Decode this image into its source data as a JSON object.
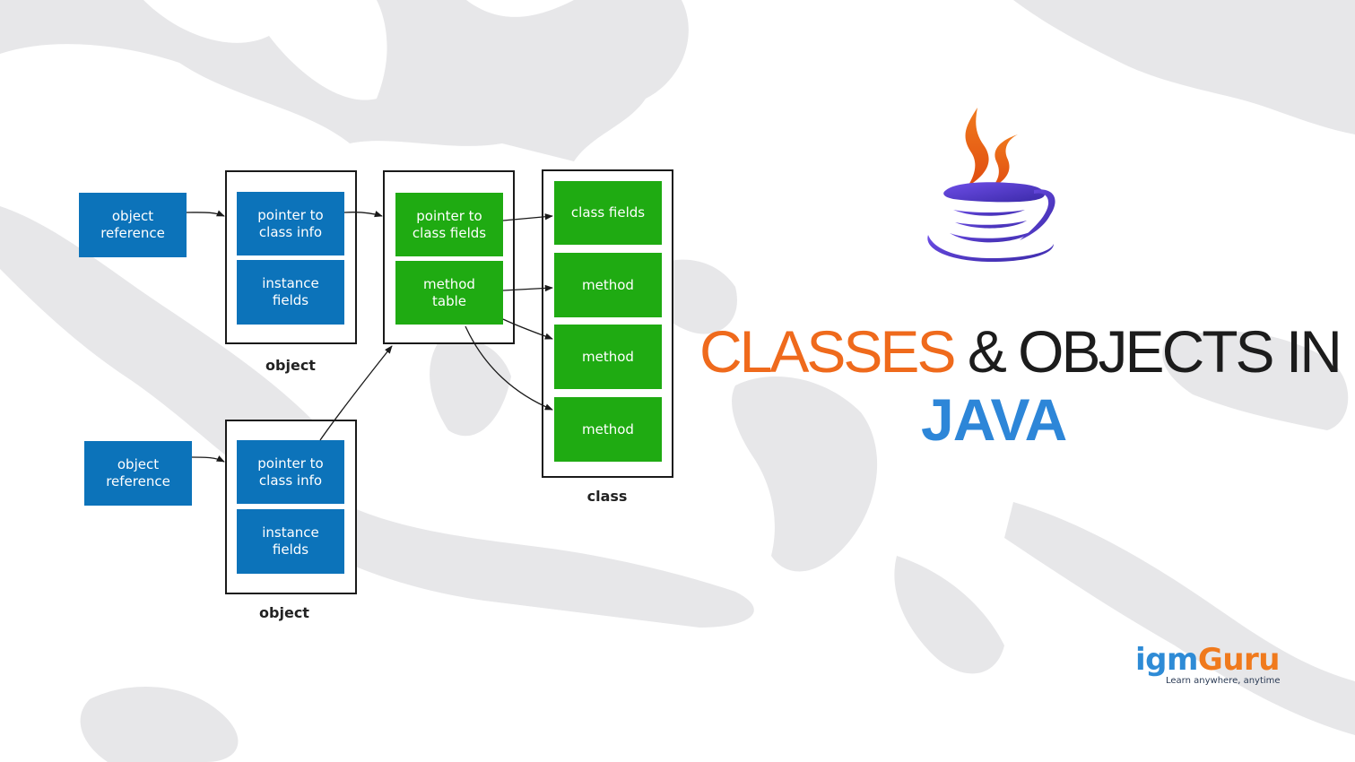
{
  "colors": {
    "blue": "#0c73ba",
    "green": "#1fab12",
    "orange": "#ef6a1c",
    "java_blue": "#2d86d8",
    "map": "#e6e6e8"
  },
  "diagram": {
    "object_reference_1": "object\nreference",
    "object_reference_2": "object\nreference",
    "object_1": {
      "pointer": "pointer to\nclass info",
      "fields": "instance\nfields",
      "caption": "object"
    },
    "object_2": {
      "pointer": "pointer to\nclass info",
      "fields": "instance\nfields",
      "caption": "object"
    },
    "class_info": {
      "pointer": "pointer to\nclass fields",
      "method_table": "method\ntable"
    },
    "class": {
      "fields": "class fields",
      "methods": [
        "method",
        "method",
        "method"
      ],
      "caption": "class"
    }
  },
  "heading": {
    "part1": "CLASSES",
    "part2": "& OBJECTS IN",
    "part3": "JAVA"
  },
  "brand": {
    "name_part1": "igm",
    "name_part2": "Guru",
    "tagline": "Learn anywhere, anytime"
  },
  "icons": {
    "java_logo": "java-coffee-cup-icon"
  }
}
